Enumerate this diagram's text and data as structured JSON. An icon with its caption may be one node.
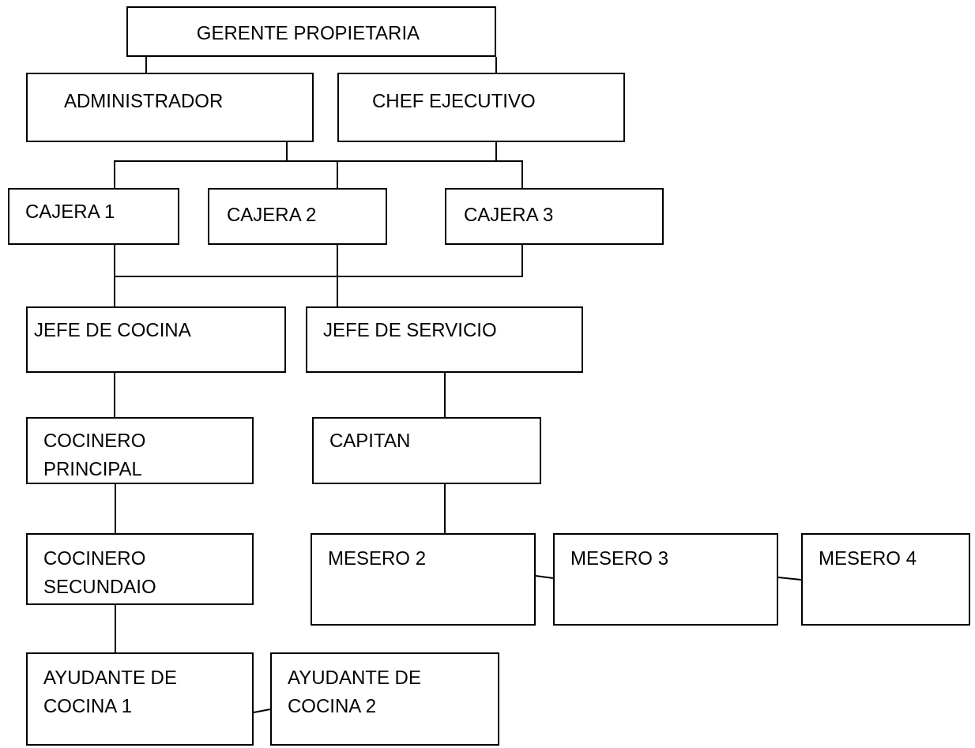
{
  "diagram": {
    "nodes": [
      {
        "text": [
          "GERENTE PROPIETARIA"
        ]
      },
      {
        "text": [
          "ADMINISTRADOR"
        ]
      },
      {
        "text": [
          "CHEF EJECUTIVO"
        ]
      },
      {
        "text": [
          "CAJERA  1"
        ]
      },
      {
        "text": [
          "CAJERA  2"
        ]
      },
      {
        "text": [
          "CAJERA  3"
        ]
      },
      {
        "text": [
          "JEFE DE COCINA"
        ]
      },
      {
        "text": [
          "JEFE DE SERVICIO"
        ]
      },
      {
        "text": [
          "COCINERO PRINCIPAL"
        ]
      },
      {
        "text": [
          "CAPITAN"
        ]
      },
      {
        "text": [
          "COCINERO SECUNDAIO"
        ]
      },
      {
        "text": [
          "MESERO 2"
        ]
      },
      {
        "text": [
          "MESERO 3"
        ]
      },
      {
        "text": [
          "MESERO 4"
        ]
      },
      {
        "text": [
          "AYUDANTE DE COCINA 1"
        ]
      },
      {
        "text": [
          "AYUDANTE DE COCINA 2"
        ]
      }
    ],
    "edges": [
      {
        "from": 0,
        "to": 1,
        "arrow": "none"
      },
      {
        "from": 0,
        "to": 2,
        "arrow": "none"
      },
      {
        "from": 1,
        "to": 3,
        "arrow": "none"
      },
      {
        "from": 1,
        "to": 4,
        "arrow": "none"
      },
      {
        "from": 1,
        "to": 5,
        "arrow": "none"
      },
      {
        "from": 2,
        "to": 3,
        "arrow": "none"
      },
      {
        "from": 2,
        "to": 4,
        "arrow": "none"
      },
      {
        "from": 2,
        "to": 5,
        "arrow": "none"
      },
      {
        "from": 3,
        "to": 6,
        "arrow": "none"
      },
      {
        "from": 3,
        "to": 7,
        "arrow": "none"
      },
      {
        "from": 4,
        "to": 6,
        "arrow": "none"
      },
      {
        "from": 4,
        "to": 7,
        "arrow": "none"
      },
      {
        "from": 5,
        "to": 6,
        "arrow": "none"
      },
      {
        "from": 5,
        "to": 7,
        "arrow": "none"
      },
      {
        "from": 6,
        "to": 8,
        "arrow": "none"
      },
      {
        "from": 8,
        "to": 10,
        "arrow": "none"
      },
      {
        "from": 10,
        "to": 14,
        "arrow": "none"
      },
      {
        "from": 14,
        "to": 15,
        "arrow": "none"
      },
      {
        "from": 7,
        "to": 9,
        "arrow": "none"
      },
      {
        "from": 9,
        "to": 11,
        "arrow": "none"
      },
      {
        "from": 11,
        "to": 12,
        "arrow": "none"
      },
      {
        "from": 12,
        "to": 13,
        "arrow": "none"
      }
    ]
  }
}
